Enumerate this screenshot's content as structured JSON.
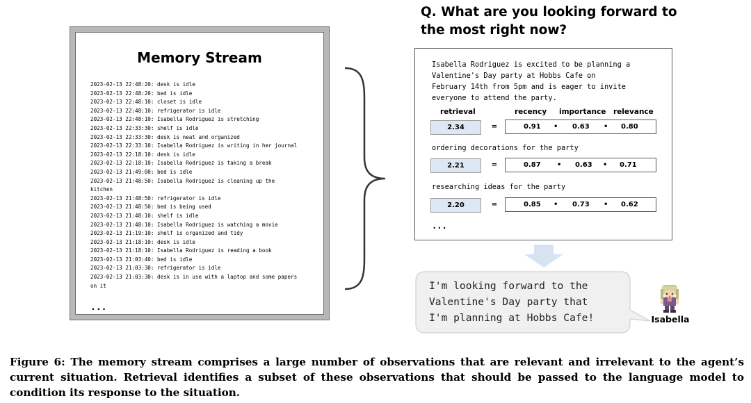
{
  "memory_stream": {
    "title": "Memory Stream",
    "entries": [
      "2023-02-13 22:48:20: desk is idle",
      "2023-02-13 22:48:20: bed is idle",
      "2023-02-13 22:48:10: closet is idle",
      "2023-02-13 22:48:10: refrigerator is idle",
      "2023-02-13 22:48:10: Isabella Rodriguez is stretching",
      "2023-02-13 22:33:30: shelf is idle",
      "2023-02-13 22:33:30: desk is neat and organized",
      "2023-02-13 22:33:10: Isabella Rodriguez is writing in her journal",
      "2023-02-13 22:18:10: desk is idle",
      "2023-02-13 22:18:10: Isabella Rodriguez is taking a break",
      "2023-02-13 21:49:00: bed is idle",
      "2023-02-13 21:48:50: Isabella Rodriguez is cleaning up the",
      "kitchen",
      "2023-02-13 21:48:50: refrigerator is idle",
      "2023-02-13 21:48:50: bed is being used",
      "2023-02-13 21:48:10: shelf is idle",
      "2023-02-13 21:48:10: Isabella Rodriguez is watching a movie",
      "2023-02-13 21:19:10: shelf is organized and tidy",
      "2023-02-13 21:18:10: desk is idle",
      "2023-02-13 21:18:10: Isabella Rodriguez is reading a book",
      "2023-02-13 21:03:40: bed is idle",
      "2023-02-13 21:03:30: refrigerator is idle",
      "2023-02-13 21:03:30: desk is in use with a laptop and some papers",
      "on it"
    ],
    "ellipsis": "..."
  },
  "question": {
    "line1": "Q. What are you looking forward to",
    "line2": "the most right now?"
  },
  "retrieval": {
    "top_memory_lines": [
      "Isabella Rodriguez is excited to be planning a",
      "Valentine's Day party at Hobbs Cafe on",
      "February 14th from 5pm and is eager to invite",
      "everyone to attend the party."
    ],
    "headers": {
      "retrieval": "retrieval",
      "recency": "recency",
      "importance": "importance",
      "relevance": "relevance"
    },
    "rows": [
      {
        "score": "2.34",
        "equals": "=",
        "recency": "0.91",
        "importance": "0.63",
        "relevance": "0.80",
        "op1": "•",
        "op2": "•"
      },
      {
        "memory": "ordering decorations for the party",
        "score": "2.21",
        "equals": "=",
        "recency": "0.87",
        "importance": "0.63",
        "relevance": "0.71",
        "op1": "•",
        "op2": "•"
      },
      {
        "memory": "researching ideas for the party",
        "score": "2.20",
        "equals": "=",
        "recency": "0.85",
        "importance": "0.73",
        "relevance": "0.62",
        "op1": "•",
        "op2": "•"
      }
    ],
    "ellipsis": "..."
  },
  "response": {
    "text": "I'm looking forward to the\nValentine's Day party that\nI'm planning at Hobbs Cafe!"
  },
  "agent": {
    "name": "Isabella",
    "icon": "pixel-character-avatar"
  },
  "caption": "Figure 6: The memory stream comprises a large number of observations that are relevant and irrelevant to the agent’s current situation. Retrieval identifies a subset of these observations that should be passed to the language model to condition its response to the situation.",
  "colors": {
    "score_fill": "#dde8f4",
    "arrow_fill": "#d6e4f2",
    "bubble_fill": "#f0f0f0",
    "frame_gray": "#b8b8b8"
  }
}
